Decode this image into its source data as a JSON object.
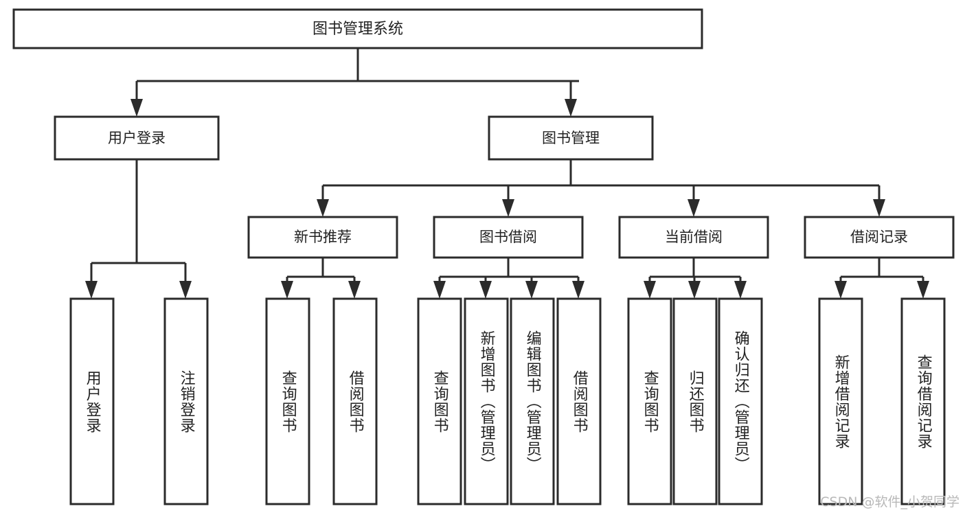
{
  "diagram": {
    "title": "图书管理系统",
    "watermark": "CSDN @软件_小贺同学",
    "stroke_color": "#2b2b2b",
    "fill_color": "#ffffff",
    "text_color": "#222222",
    "watermark_color": "#b8b8b8"
  },
  "nodes": {
    "root": {
      "label": "图书管理系统"
    },
    "level2": [
      {
        "label": "用户登录"
      },
      {
        "label": "图书管理"
      }
    ],
    "level3": [
      {
        "label": "新书推荐"
      },
      {
        "label": "图书借阅"
      },
      {
        "label": "当前借阅"
      },
      {
        "label": "借阅记录"
      }
    ],
    "leaves": [
      {
        "label": "用户登录"
      },
      {
        "label": "注销登录"
      },
      {
        "label": "查询图书"
      },
      {
        "label": "借阅图书"
      },
      {
        "label": "查询图书"
      },
      {
        "label": "新增图书（管理员）"
      },
      {
        "label": "编辑图书（管理员）"
      },
      {
        "label": "借阅图书"
      },
      {
        "label": "查询图书"
      },
      {
        "label": "归还图书"
      },
      {
        "label": "确认归还（管理员）"
      },
      {
        "label": "新增借阅记录"
      },
      {
        "label": "查询借阅记录"
      }
    ]
  },
  "chart_data": {
    "type": "tree-diagram",
    "title": "图书管理系统",
    "orientation": "top-down",
    "root": "图书管理系统",
    "hierarchy": [
      {
        "label": "用户登录",
        "children": [
          "用户登录",
          "注销登录"
        ]
      },
      {
        "label": "图书管理",
        "children": [
          {
            "label": "新书推荐",
            "children": [
              "查询图书",
              "借阅图书"
            ]
          },
          {
            "label": "图书借阅",
            "children": [
              "查询图书",
              "新增图书（管理员）",
              "编辑图书（管理员）",
              "借阅图书"
            ]
          },
          {
            "label": "当前借阅",
            "children": [
              "查询图书",
              "归还图书",
              "确认归还（管理员）"
            ]
          },
          {
            "label": "借阅记录",
            "children": [
              "新增借阅记录",
              "查询借阅记录"
            ]
          }
        ]
      }
    ]
  }
}
